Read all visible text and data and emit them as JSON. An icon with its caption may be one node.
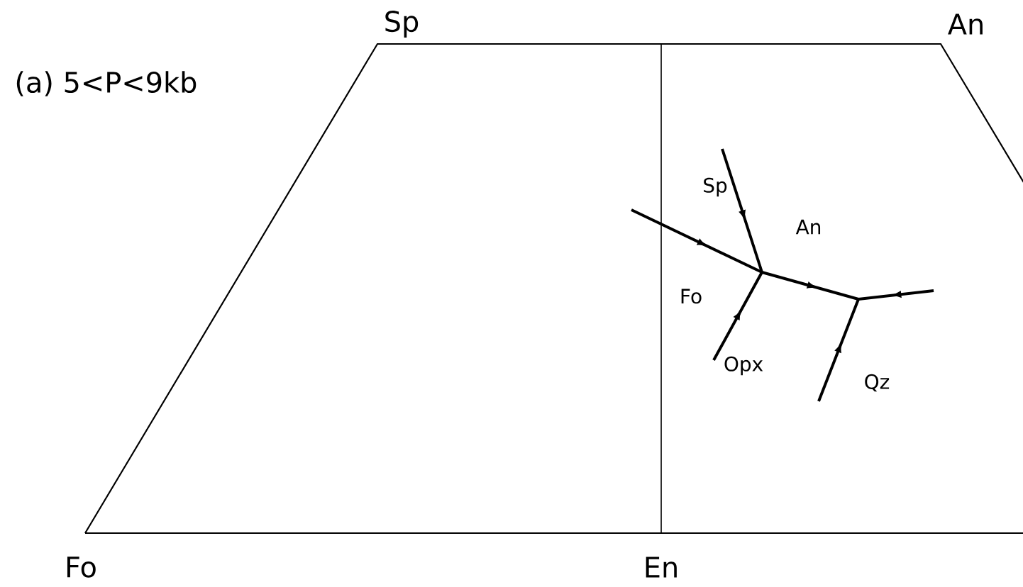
{
  "diagram": {
    "title": "(a) 5<P<9kb",
    "labels": [
      "Sp",
      "An",
      "Sp",
      "An",
      "Fo",
      "Opx",
      "Qz",
      "Fo",
      "En"
    ]
  }
}
